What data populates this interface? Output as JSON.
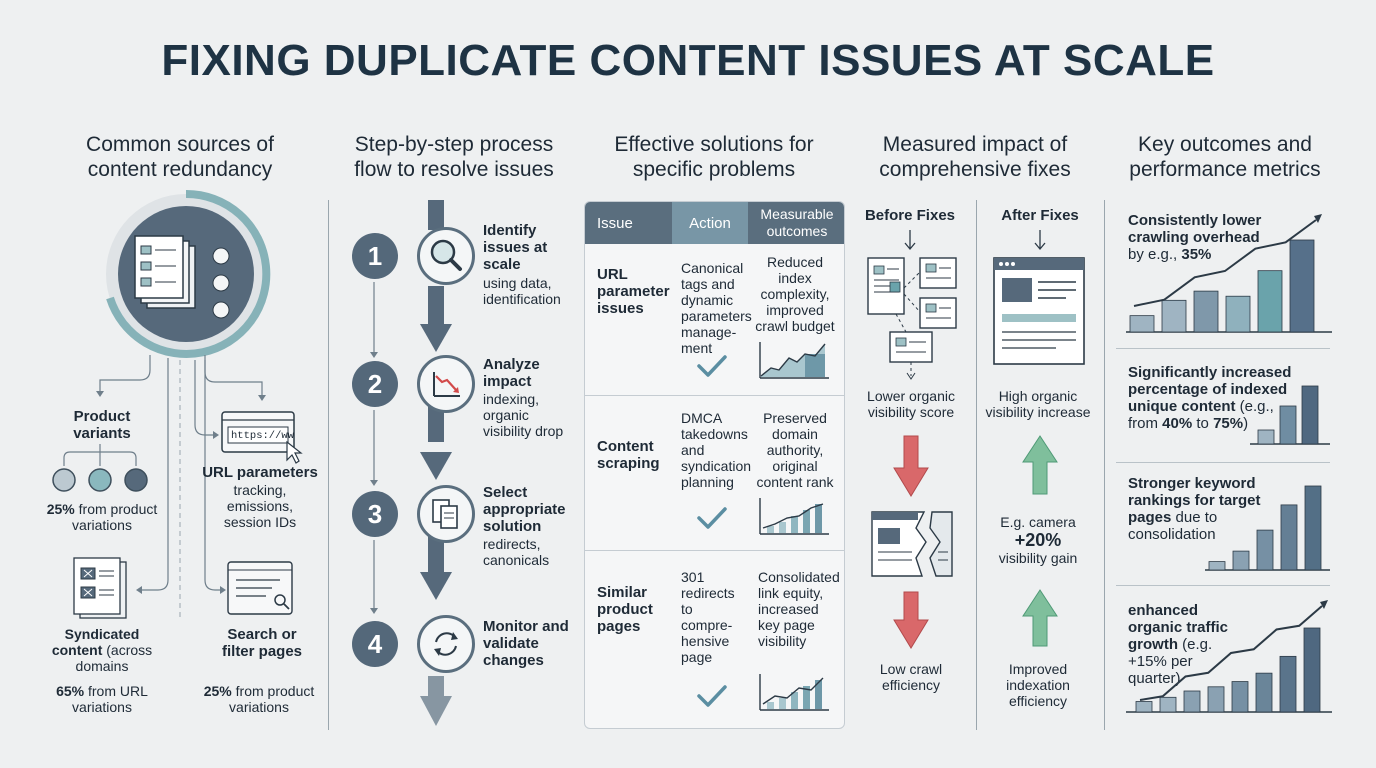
{
  "title": "FIXING DUPLICATE CONTENT ISSUES AT SCALE",
  "columns": {
    "c1": "Common sources of content redundancy",
    "c2": "Step-by-step process flow to resolve issues",
    "c3": "Effective solutions for specific problems",
    "c4": "Measured impact of comprehensive fixes",
    "c5": "Key outcomes and performance metrics"
  },
  "sources": {
    "product_title": "Product variants",
    "product_stat_bold": "25%",
    "product_stat_rest": " from product variations",
    "url_title": "URL parameters",
    "url_desc": "tracking, emissions, session IDs",
    "url_bar_text": "https://ww",
    "synd_title_bold": "Syndicated content",
    "synd_title_rest": " (across domains",
    "synd_stat_bold": "65%",
    "synd_stat_rest": " from URL variations",
    "search_title": "Search or filter pages",
    "search_stat_bold": "25%",
    "search_stat_rest": " from product variations"
  },
  "steps": [
    {
      "num": "1",
      "title": "Identify issues at scale",
      "desc": "using data, identification",
      "icon": "magnifier-icon"
    },
    {
      "num": "2",
      "title": "Analyze impact",
      "desc": "indexing, organic visibility drop",
      "icon": "declining-chart-icon"
    },
    {
      "num": "3",
      "title": "Select appropriate solution",
      "desc": "redirects, canonicals",
      "icon": "documents-icon"
    },
    {
      "num": "4",
      "title": "Monitor and validate changes",
      "desc": "",
      "icon": "refresh-icon"
    }
  ],
  "table": {
    "headers": [
      "Issue",
      "Action",
      "Measurable outcomes"
    ],
    "rows": [
      {
        "issue": "URL parameter issues",
        "action": "Canonical tags and dynamic parameters manage-ment",
        "outcome": "Reduced index complexity, improved crawl budget"
      },
      {
        "issue": "Content scraping",
        "action": "DMCA takedowns and syndication planning",
        "outcome": "Preserved domain authority, original content rank"
      },
      {
        "issue": "Similar product pages",
        "action": "301 redirects to compre-hensive page",
        "outcome": "Consolidated link equity, increased key page visibility"
      }
    ]
  },
  "impact": {
    "before_label": "Before Fixes",
    "after_label": "After Fixes",
    "before_1": "Lower organic visibility score",
    "before_2": "Low crawl efficiency",
    "after_1": "High organic visibility increase",
    "after_2_pre": "E.g. camera",
    "after_2_bold": "+20%",
    "after_2_post": "visibility gain",
    "after_3": "Improved indexation efficiency"
  },
  "outcomes": [
    {
      "parts": [
        [
          "Consistently lower crawling overhead",
          true
        ],
        [
          " by e.g., ",
          false
        ],
        [
          "35%",
          true
        ]
      ]
    },
    {
      "parts": [
        [
          "Significantly increased percentage of indexed unique content",
          true
        ],
        [
          " (e.g., from ",
          false
        ],
        [
          "40%",
          true
        ],
        [
          " to ",
          false
        ],
        [
          "75%",
          true
        ],
        [
          ")",
          false
        ]
      ]
    },
    {
      "parts": [
        [
          "Stronger keyword rankings for target pages",
          true
        ],
        [
          " due to consolidation",
          false
        ]
      ]
    },
    {
      "parts": [
        [
          "enhanced organic traffic growth",
          true
        ],
        [
          " (e.g. +15% per quarter)",
          false
        ]
      ]
    }
  ],
  "chart_data": [
    {
      "type": "bar",
      "values": [
        16,
        31,
        40,
        35,
        60,
        90
      ],
      "colors": [
        "#9fb4c2",
        "#9fb4c2",
        "#7f98aa",
        "#8fb1bd",
        "#6aa3ab",
        "#56708a"
      ],
      "trend": "up"
    },
    {
      "type": "bar",
      "values": [
        14,
        38,
        58
      ],
      "colors": [
        "#9fb4c2",
        "#6f8da2",
        "#4f6880"
      ]
    },
    {
      "type": "bar",
      "values": [
        8,
        18,
        38,
        62,
        80
      ],
      "colors": [
        "#9fb4c2",
        "#8aa1b2",
        "#7690a4",
        "#647f95",
        "#536f86"
      ]
    },
    {
      "type": "bar",
      "values": [
        10,
        14,
        20,
        24,
        29,
        37,
        53,
        80
      ],
      "colors": [
        "#9fb4c2",
        "#9fb4c2",
        "#8aa1b2",
        "#8aa1b2",
        "#7690a4",
        "#6a8599",
        "#5a748b",
        "#4f6880"
      ],
      "trend": "up"
    }
  ],
  "colors": {
    "accent": "#6aa3ab",
    "dark": "#54687a",
    "down_arrow": "#d9686a",
    "up_arrow": "#6fb08f"
  }
}
